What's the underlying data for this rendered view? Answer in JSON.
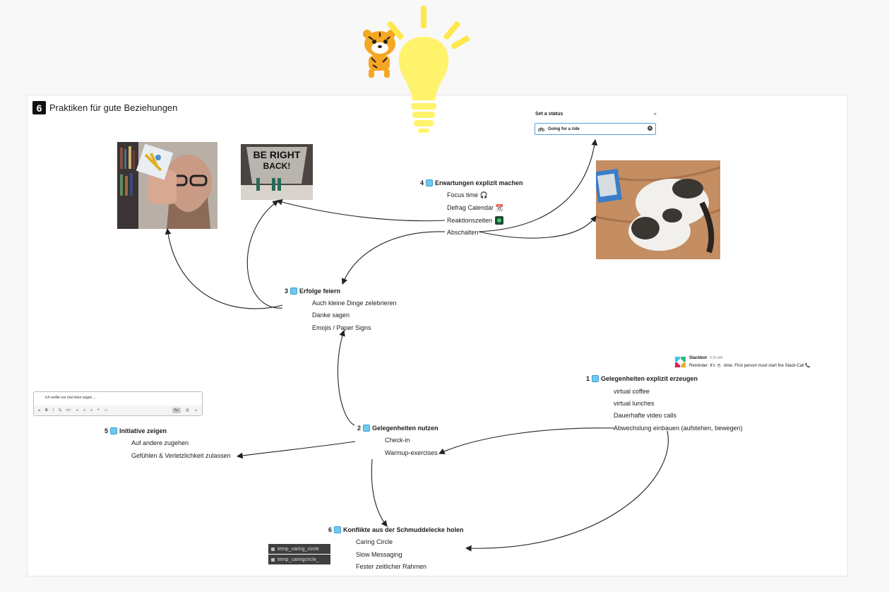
{
  "board": {
    "title_number": "6",
    "title": "Praktiken für gute Beziehungen"
  },
  "photos": {
    "br_sign_line1": "BE RIGHT",
    "br_sign_line2": "BACK!"
  },
  "status_popup": {
    "title": "Set a status",
    "close": "×",
    "value": "Going for a ride"
  },
  "slack_message": {
    "sender": "Slackbot",
    "time": "9:30 AM",
    "text": "Reminder: It's ☕ -time. First person must start the Slack-Call 📞"
  },
  "composer": {
    "text": "Ich wollte nur mal eben sagen ...",
    "format_aa": "Aa"
  },
  "channels": [
    "temp_caring_circle",
    "temp_caringcircle_"
  ],
  "sections": {
    "s1": {
      "number": "1",
      "heading": "Gelegenheiten explizit erzeugen",
      "items": [
        "virtual coffee",
        "virtual lunches",
        "Dauerhafte video calls",
        "Abwechslung einbauen (aufstehen, bewegen)"
      ]
    },
    "s2": {
      "number": "2",
      "heading": "Gelegenheiten nutzen",
      "items": [
        "Check-in",
        "Warmup-exercises"
      ]
    },
    "s3": {
      "number": "3",
      "heading": "Erfolge feiern",
      "items": [
        "Auch kleine Dinge zelebrieren",
        "Danke sagen",
        "Emojis / Paper Signs"
      ]
    },
    "s4": {
      "number": "4",
      "heading": "Erwartungen explizit machen",
      "items": [
        "Focus time 🎧",
        "Defrag Calendar 📆",
        "Reaktionszeiten",
        "Abschalten"
      ]
    },
    "s5": {
      "number": "5",
      "heading": "Initiative zeigen",
      "items": [
        "Auf andere zugehen",
        "Gefühlen & Verletzlichkeit zulassen"
      ]
    },
    "s6": {
      "number": "6",
      "heading": "Konflikte aus der Schmuddelecke holen",
      "items": [
        "Caring Circle",
        "Slow Messaging",
        "Fester zeitlicher Rahmen"
      ]
    }
  },
  "colors": {
    "keycap": "#6fc8f0",
    "bulb": "#fff36b",
    "rays": "#ffe74a",
    "arrow": "#222222"
  }
}
